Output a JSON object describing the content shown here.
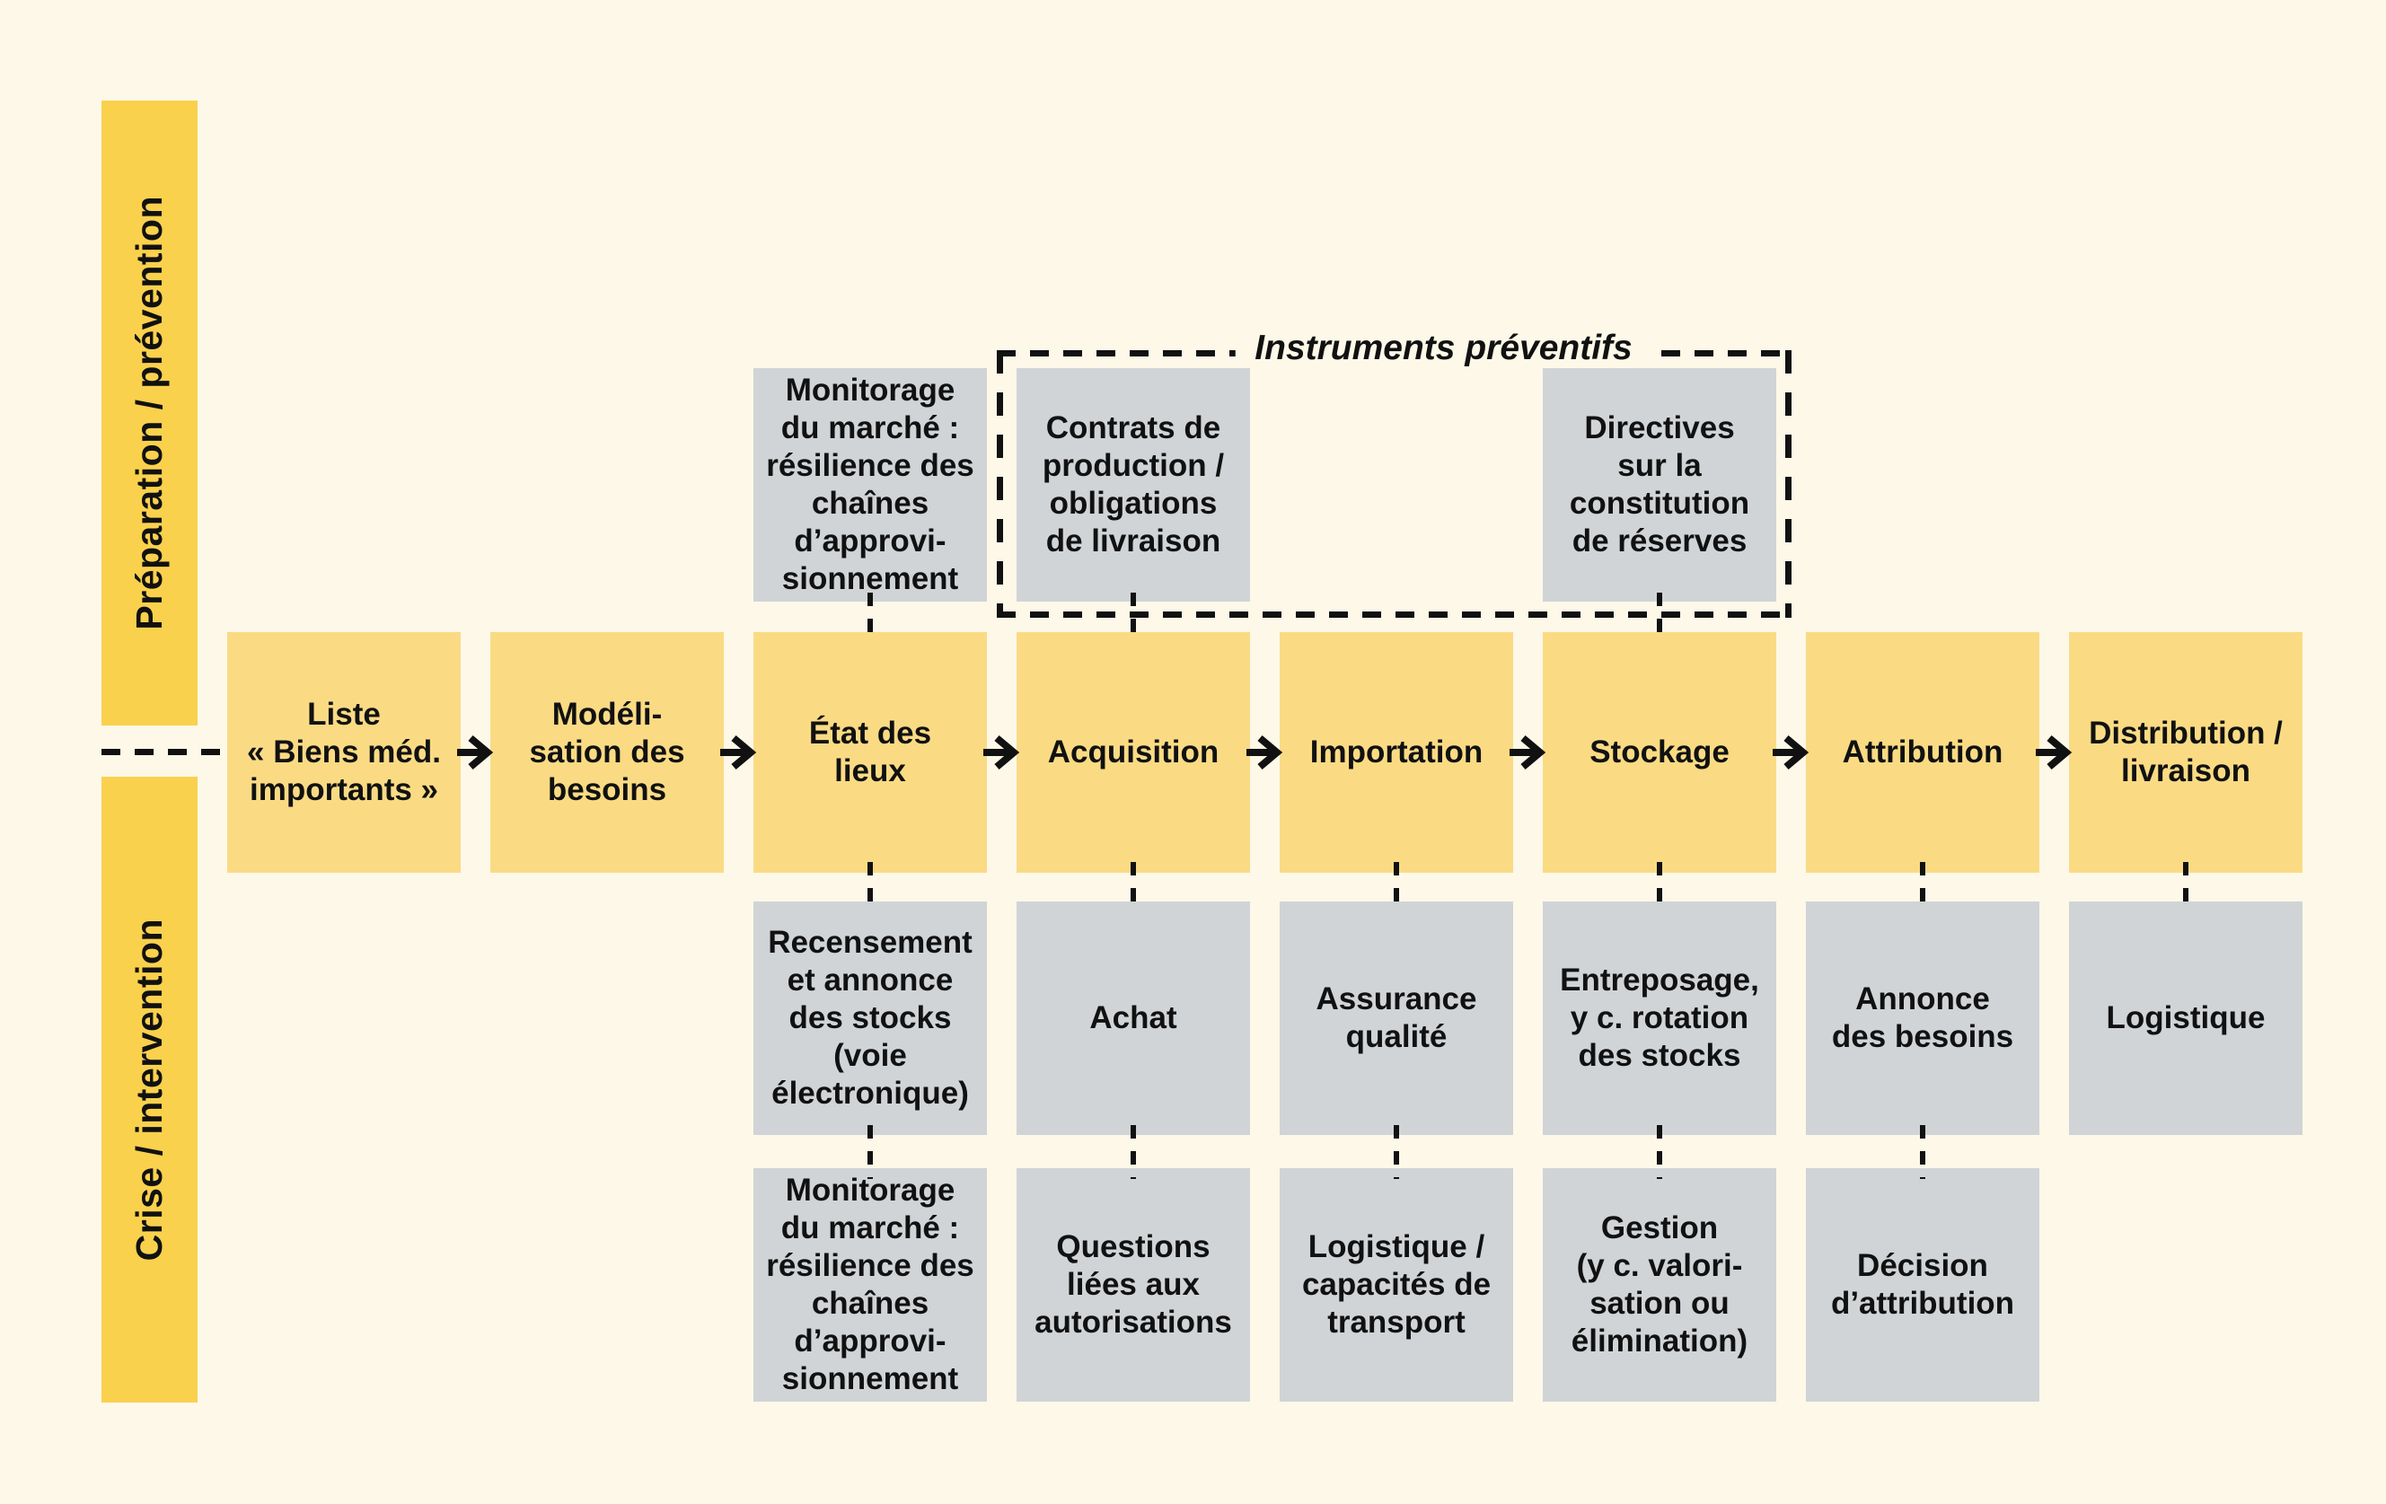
{
  "colors": {
    "background": "#FDF8E8",
    "phase_bar_yellow": "#FAD14D",
    "flow_box_yellow": "#FADB84",
    "activity_box_gray": "#D0D4D7",
    "line_black": "#111111"
  },
  "phases": [
    {
      "label": "Préparation / prévention"
    },
    {
      "label": "Crise / intervention"
    }
  ],
  "preventive_group": {
    "title": "Instruments préventifs"
  },
  "main_flow": [
    {
      "label": "Liste\n« Biens méd.\nimportants »"
    },
    {
      "label": "Modéli-\nsation des\nbesoins"
    },
    {
      "label": "État des\nlieux"
    },
    {
      "label": "Acquisition"
    },
    {
      "label": "Importation"
    },
    {
      "label": "Stockage"
    },
    {
      "label": "Attribution"
    },
    {
      "label": "Distribution /\nlivraison"
    }
  ],
  "preparation_boxes": [
    {
      "label": "Monitorage\ndu marché :\nrésilience des\nchaînes\nd’approvi-\nsionnement"
    },
    {
      "label": "Contrats de\nproduction /\nobligations\nde livraison"
    },
    {
      "label": "Directives\nsur la\nconstitution\nde réserves"
    }
  ],
  "crisis_row1": [
    {
      "label": "Recensement\net annonce\ndes stocks\n(voie\nélectronique)"
    },
    {
      "label": "Achat"
    },
    {
      "label": "Assurance\nqualité"
    },
    {
      "label": "Entreposage,\ny c. rotation\ndes stocks"
    },
    {
      "label": "Annonce\ndes besoins"
    },
    {
      "label": "Logistique"
    }
  ],
  "crisis_row2": [
    {
      "label": "Monitorage\ndu marché :\nrésilience des\nchaînes\nd’approvi-\nsionnement"
    },
    {
      "label": "Questions\nliées aux\nautorisations"
    },
    {
      "label": "Logistique /\ncapacités de\ntransport"
    },
    {
      "label": "Gestion\n(y c. valori-\nsation ou\nélimination)"
    },
    {
      "label": "Décision\nd’attribution"
    }
  ],
  "icons": {
    "flow_arrow": "→"
  }
}
